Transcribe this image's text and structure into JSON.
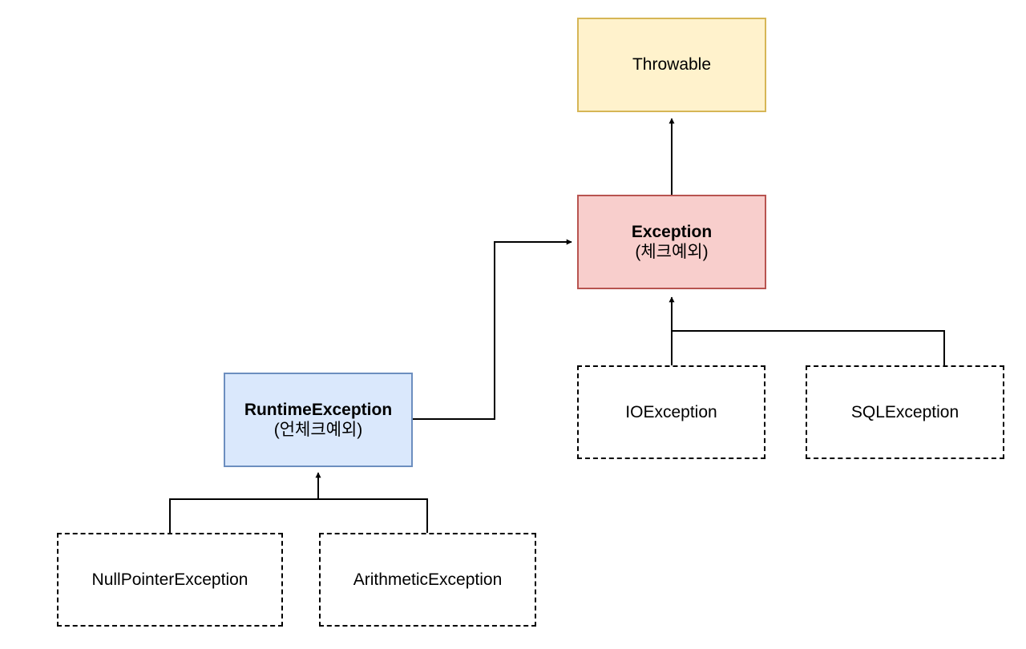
{
  "nodes": {
    "throwable": {
      "label": "Throwable"
    },
    "exception": {
      "label": "Exception",
      "sublabel": "(체크예외)"
    },
    "runtime_exception": {
      "label": "RuntimeException",
      "sublabel": "(언체크예외)"
    },
    "io_exception": {
      "label": "IOException"
    },
    "sql_exception": {
      "label": "SQLException"
    },
    "null_pointer_exception": {
      "label": "NullPointerException"
    },
    "arithmetic_exception": {
      "label": "ArithmeticException"
    }
  },
  "colors": {
    "throwable_fill": "#fff2cc",
    "throwable_stroke": "#d6b656",
    "exception_fill": "#f8cecc",
    "exception_stroke": "#b85450",
    "runtime_fill": "#dae8fc",
    "runtime_stroke": "#6c8ebf",
    "edge": "#000000"
  }
}
